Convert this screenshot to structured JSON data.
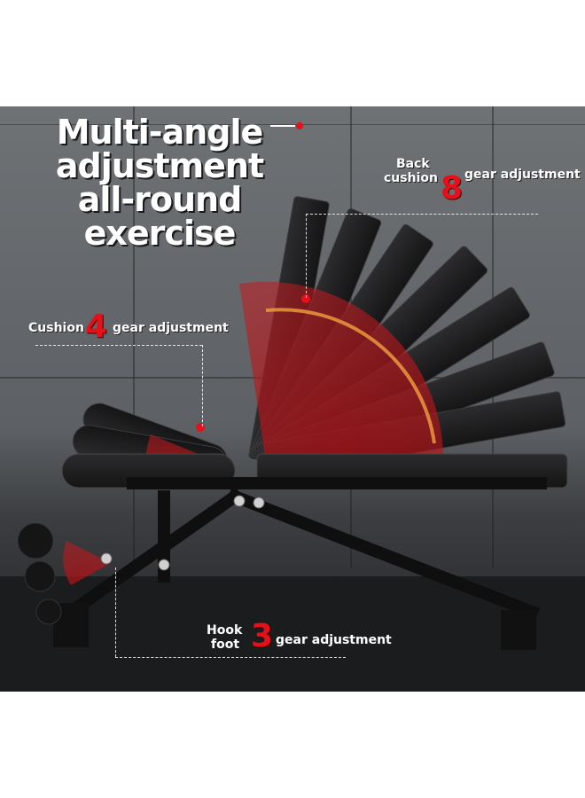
{
  "title": {
    "line1": "Multi-angle",
    "line2": "adjustment",
    "line3": "all-round exercise"
  },
  "callouts": {
    "back_cushion": {
      "label_line1": "Back",
      "label_line2": "cushion",
      "number": "8",
      "suffix": "gear adjustment"
    },
    "cushion": {
      "label": "Cushion",
      "number": "4",
      "suffix": "gear adjustment"
    },
    "hook_foot": {
      "label_line1": "Hook",
      "label_line2": "foot",
      "number": "3",
      "suffix": "gear adjustment"
    }
  },
  "colors": {
    "accent_red": "#e4101a",
    "background": "#5d6064",
    "text": "#ffffff"
  }
}
